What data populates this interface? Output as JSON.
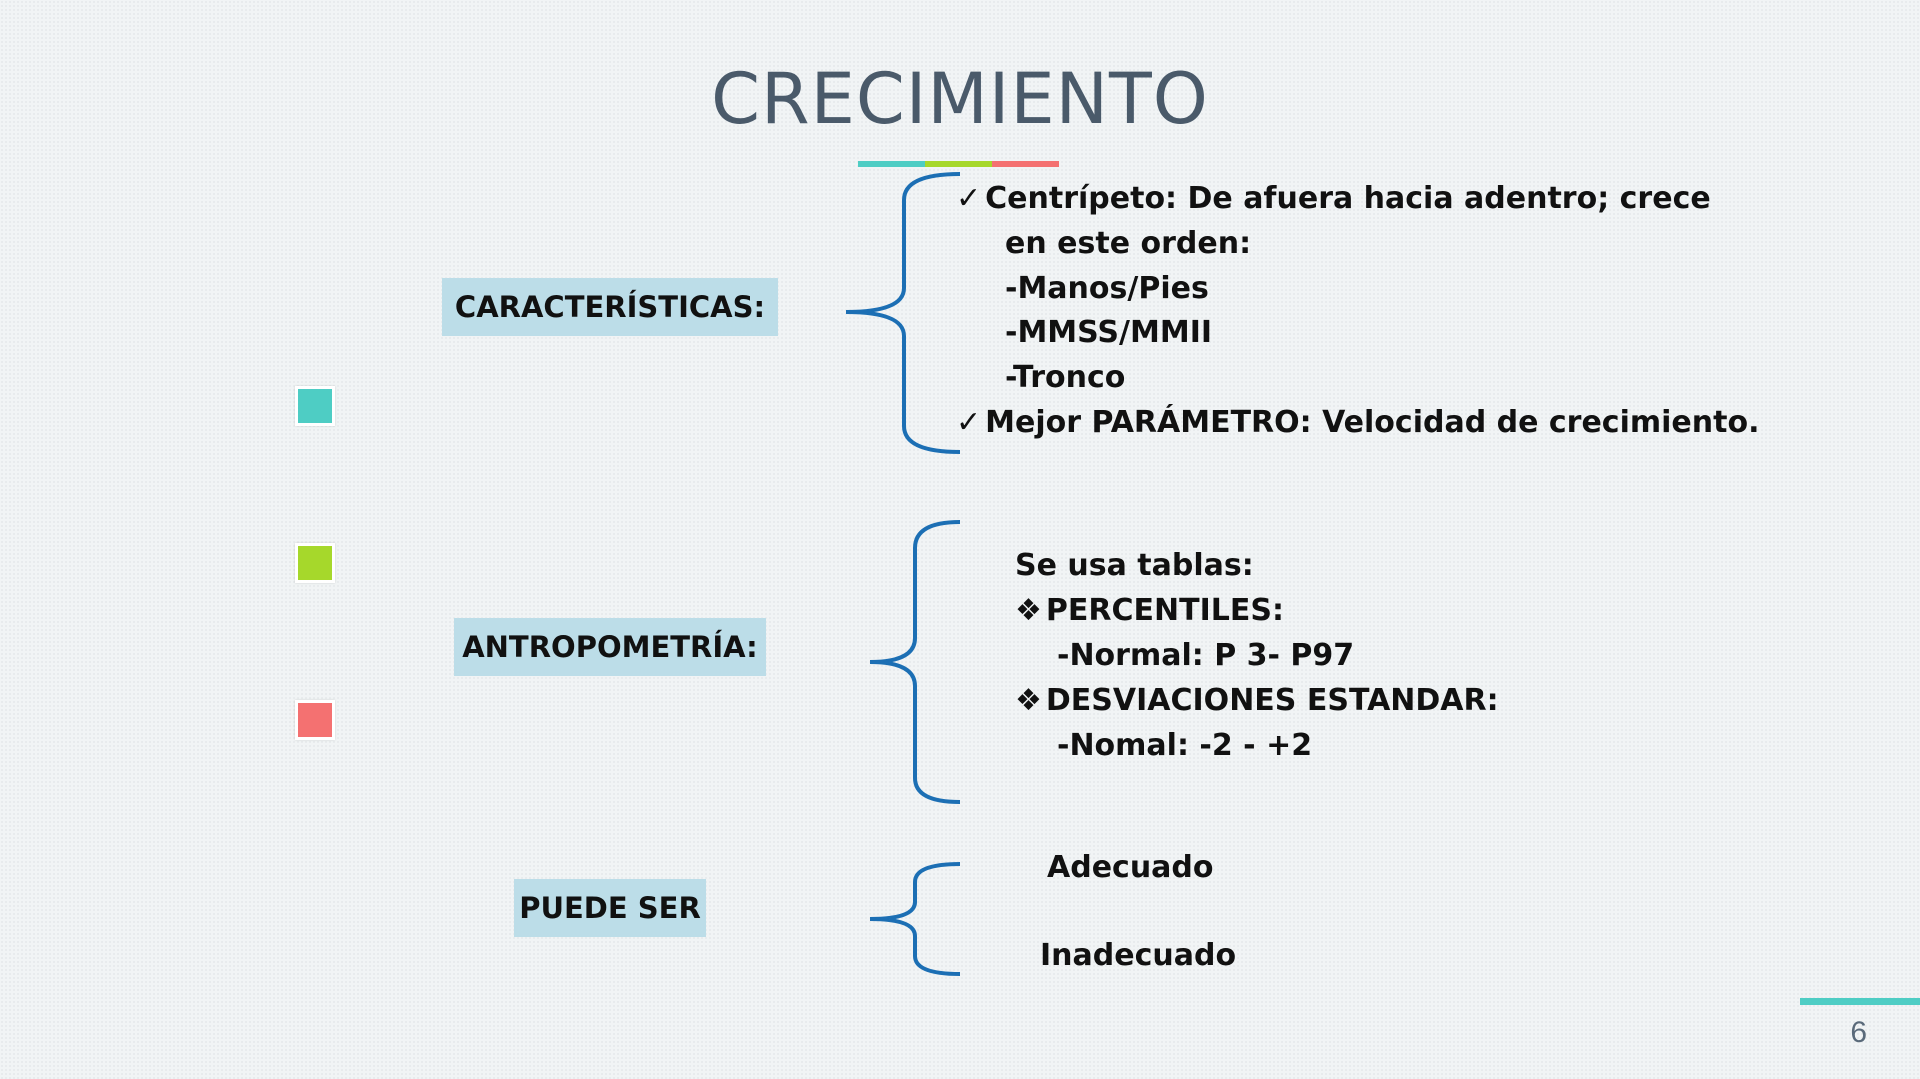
{
  "slide": {
    "title": "CRECIMIENTO",
    "page_number": "6",
    "accent_colors": [
      "#4ecdc4",
      "#a6d82b",
      "#f47171"
    ]
  },
  "sections": {
    "caracteristicas": {
      "label": "CARACTERÍSTICAS:",
      "lines": [
        {
          "mark": "✓",
          "text": "Centrípeto: De afuera hacia adentro; crece"
        },
        {
          "mark": "",
          "text": "en este orden:"
        },
        {
          "mark": "",
          "text": "-Manos/Pies"
        },
        {
          "mark": "",
          "text": "-MMSS/MMII"
        },
        {
          "mark": "",
          "text": "-Tronco"
        },
        {
          "mark": "✓",
          "text": "Mejor PARÁMETRO: Velocidad de crecimiento."
        }
      ]
    },
    "antropometria": {
      "label": "ANTROPOMETRÍA:",
      "lines": [
        {
          "mark": "",
          "text": "Se usa tablas:"
        },
        {
          "mark": "❖",
          "text": "PERCENTILES:"
        },
        {
          "mark": "",
          "text": "-Normal: P 3- P97"
        },
        {
          "mark": "❖",
          "text": "DESVIACIONES ESTANDAR:"
        },
        {
          "mark": "",
          "text": "-Nomal: -2 - +2"
        }
      ]
    },
    "puede_ser": {
      "label": "PUEDE SER",
      "lines": [
        {
          "text": "Adecuado"
        },
        {
          "text": "Inadecuado"
        }
      ]
    }
  }
}
